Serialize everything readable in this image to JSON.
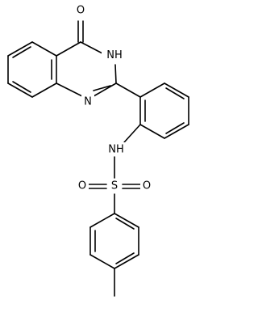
{
  "molecule": {
    "atoms": {
      "carbonyl_oxygen": "O",
      "ring_nh": "H",
      "ring_n_upper": "N",
      "ring_n_lower": "N",
      "amide_nh": "NH",
      "sulfur": "S",
      "sulfonyl_oxygen_left": "O",
      "sulfonyl_oxygen_right": "O"
    }
  }
}
